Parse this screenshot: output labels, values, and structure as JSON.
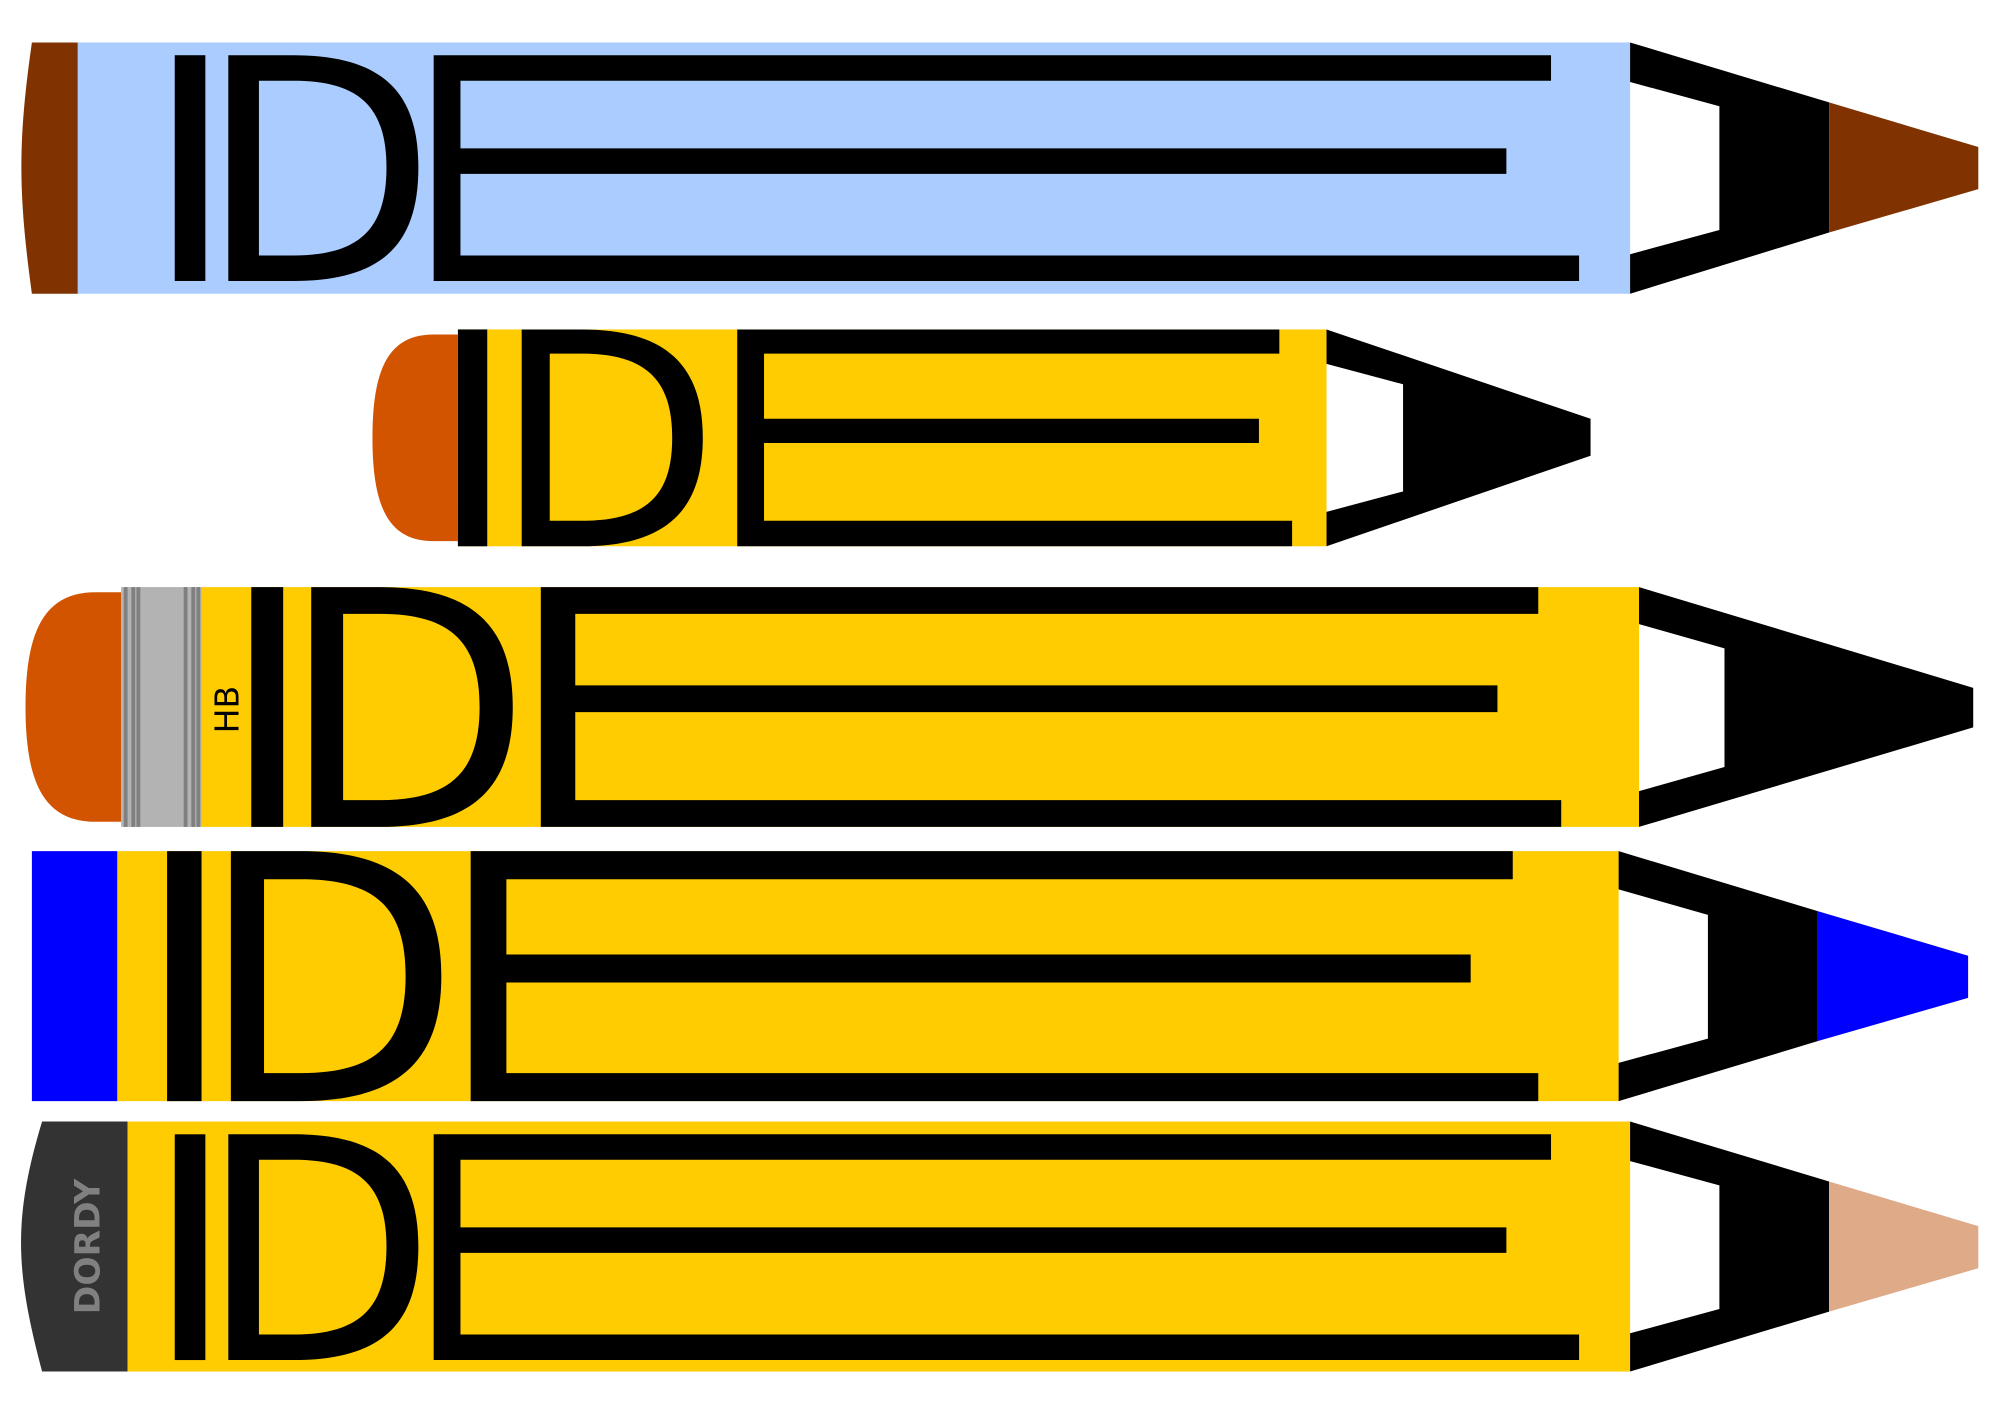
{
  "logo_text": "IDE",
  "colors": {
    "background": "#ffffff",
    "letters": "#000000",
    "lead": "#000000"
  },
  "pencils": [
    {
      "name": "blue-pencil",
      "body_color": "#aaccff",
      "end_color": "#803300",
      "point_color": "#803300"
    },
    {
      "name": "short-pencil",
      "body_color": "#fecc00",
      "end_color": "#d35400"
    },
    {
      "name": "hb-pencil",
      "body_color": "#fecc00",
      "end_color": "#d35400",
      "ferrule_color": "#b3b3b3",
      "ferrule_stripe_color": "#808080",
      "grade_label": "HB"
    },
    {
      "name": "blue-tip-pencil",
      "body_color": "#fecc00",
      "end_color": "#0000ff",
      "point_color": "#0000ff"
    },
    {
      "name": "dordy-pencil",
      "body_color": "#fecc00",
      "end_color": "#333333",
      "point_color": "#deaa87",
      "brand_label": "DORDY",
      "brand_label_color": "#808080"
    }
  ]
}
